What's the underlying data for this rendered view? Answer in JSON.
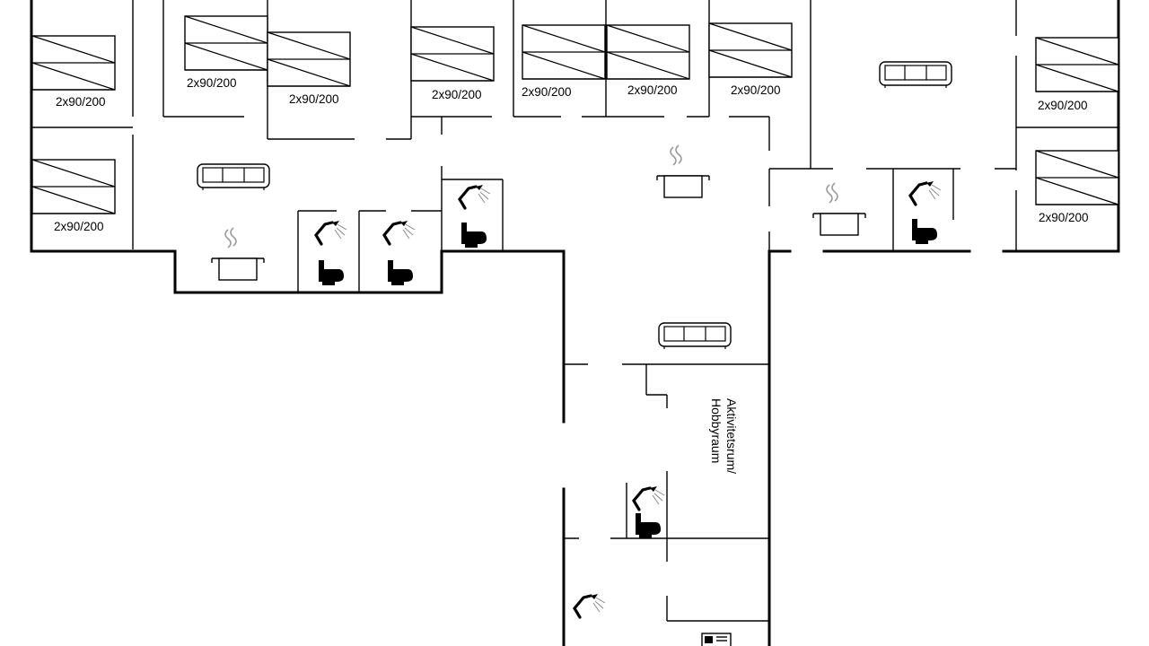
{
  "plan": {
    "bed_labels": [
      "2x90/200",
      "2x90/200",
      "2x90/200",
      "2x90/200",
      "2x90/200",
      "2x90/200",
      "2x90/200",
      "2x90/200",
      "2x90/200",
      "2x90/200"
    ],
    "room_labels": {
      "activity_room_line1": "Aktivitetsrum/",
      "activity_room_line2": "Hobbyraum"
    },
    "icons": {
      "bed": "bed-icon",
      "sofa": "sofa-icon",
      "stove": "stove-icon",
      "shower": "shower-icon",
      "toilet": "toilet-icon",
      "washer": "washing-machine-icon"
    }
  }
}
